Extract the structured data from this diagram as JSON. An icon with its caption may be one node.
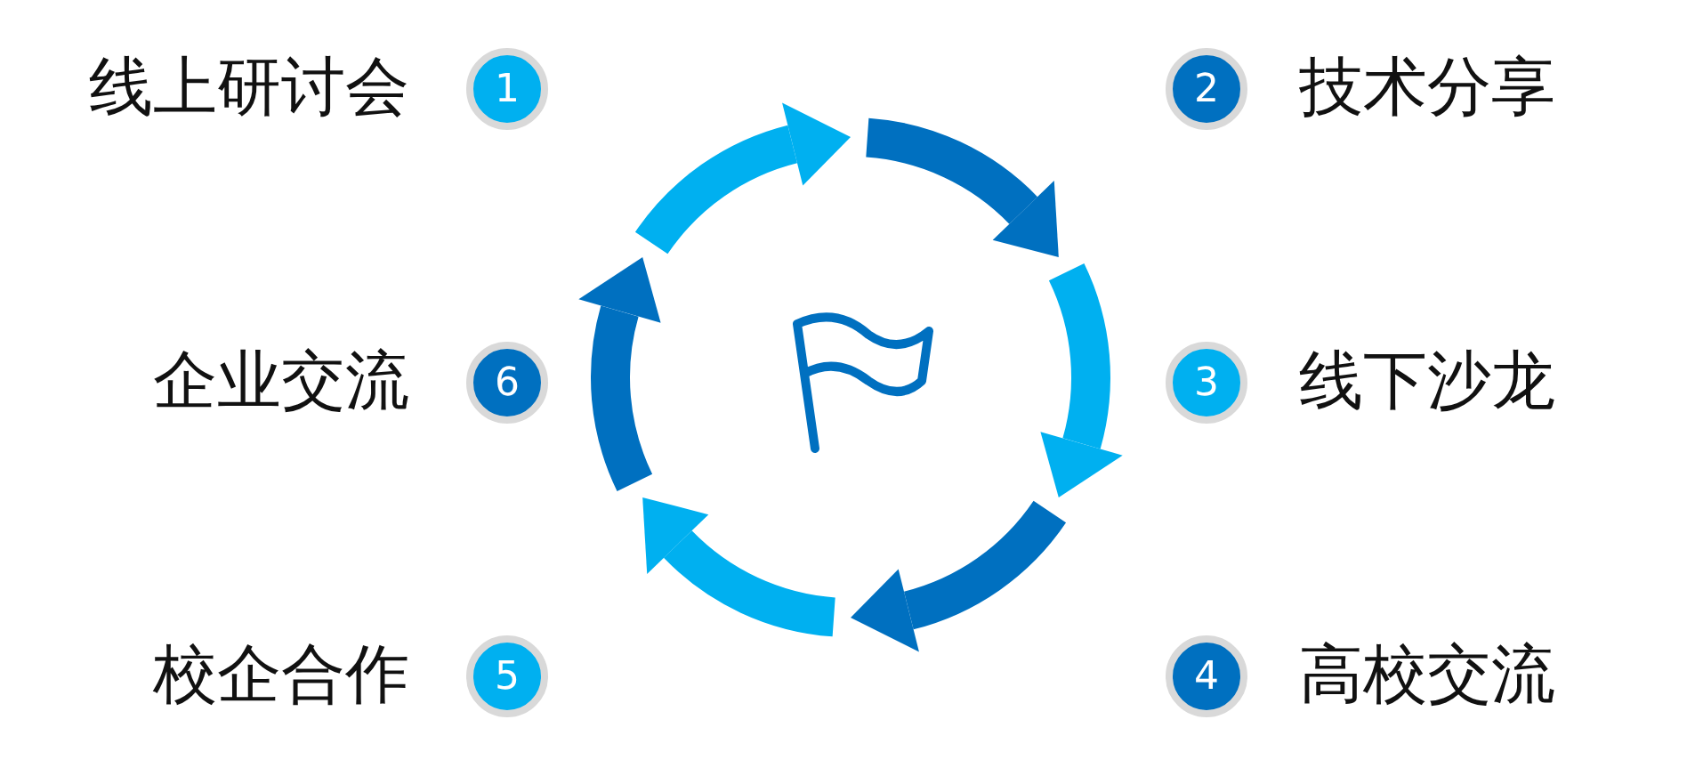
{
  "diagram": {
    "nodes": [
      {
        "text": [
          "1"
        ],
        "beside": [
          "线上研讨会"
        ]
      },
      {
        "text": [
          "2"
        ],
        "beside": [
          "技术分享"
        ]
      },
      {
        "text": [
          "3"
        ],
        "beside": [
          "线下沙龙"
        ]
      },
      {
        "text": [
          "4"
        ],
        "beside": [
          "高校交流"
        ]
      },
      {
        "text": [
          "5"
        ],
        "beside": [
          "校企合作"
        ]
      },
      {
        "text": [
          "6"
        ],
        "beside": [
          "企业交流"
        ]
      }
    ]
  }
}
